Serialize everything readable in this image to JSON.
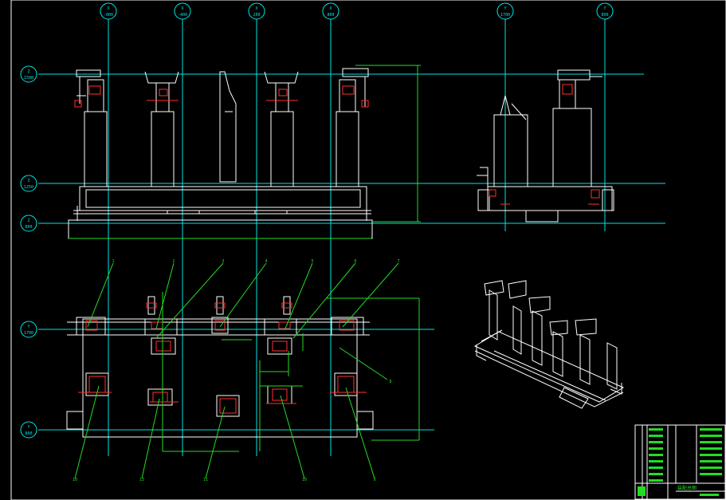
{
  "drawing": {
    "title_block": {
      "name": "装配总图"
    },
    "x_axes": [
      {
        "letter": "X",
        "value": "-800"
      },
      {
        "letter": "X",
        "value": "-400"
      },
      {
        "letter": "X",
        "value": "200"
      },
      {
        "letter": "X",
        "value": "800"
      }
    ],
    "y_axes_side": [
      {
        "letter": "Y",
        "value": "1700"
      },
      {
        "letter": "Y",
        "value": "800"
      }
    ],
    "z_axes": [
      {
        "letter": "Z",
        "value": "1500"
      },
      {
        "letter": "Z",
        "value": "1250"
      },
      {
        "letter": "Z",
        "value": "800"
      }
    ],
    "y_axes_plan": [
      {
        "letter": "Y",
        "value": "1700"
      },
      {
        "letter": "Y",
        "value": "800"
      }
    ],
    "callouts_top": [
      "1",
      "2",
      "3",
      "4",
      "5",
      "6",
      "7"
    ],
    "callouts_bottom": [
      "10",
      "13",
      "11",
      "10",
      "9"
    ],
    "callout_side": "8",
    "colors": {
      "axis": "#00e5e5",
      "outline": "#ffffff",
      "detail": "#ff3030",
      "annotation": "#22dd22"
    }
  }
}
